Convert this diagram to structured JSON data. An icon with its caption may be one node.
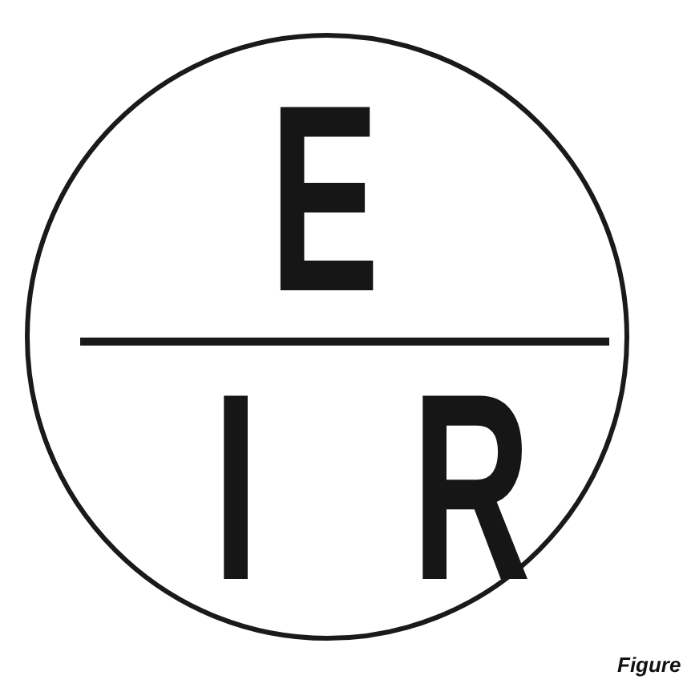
{
  "diagram": {
    "nodes": [
      {
        "text": [
          "E",
          "I",
          "R"
        ]
      }
    ],
    "labels": [
      "Figure"
    ]
  }
}
